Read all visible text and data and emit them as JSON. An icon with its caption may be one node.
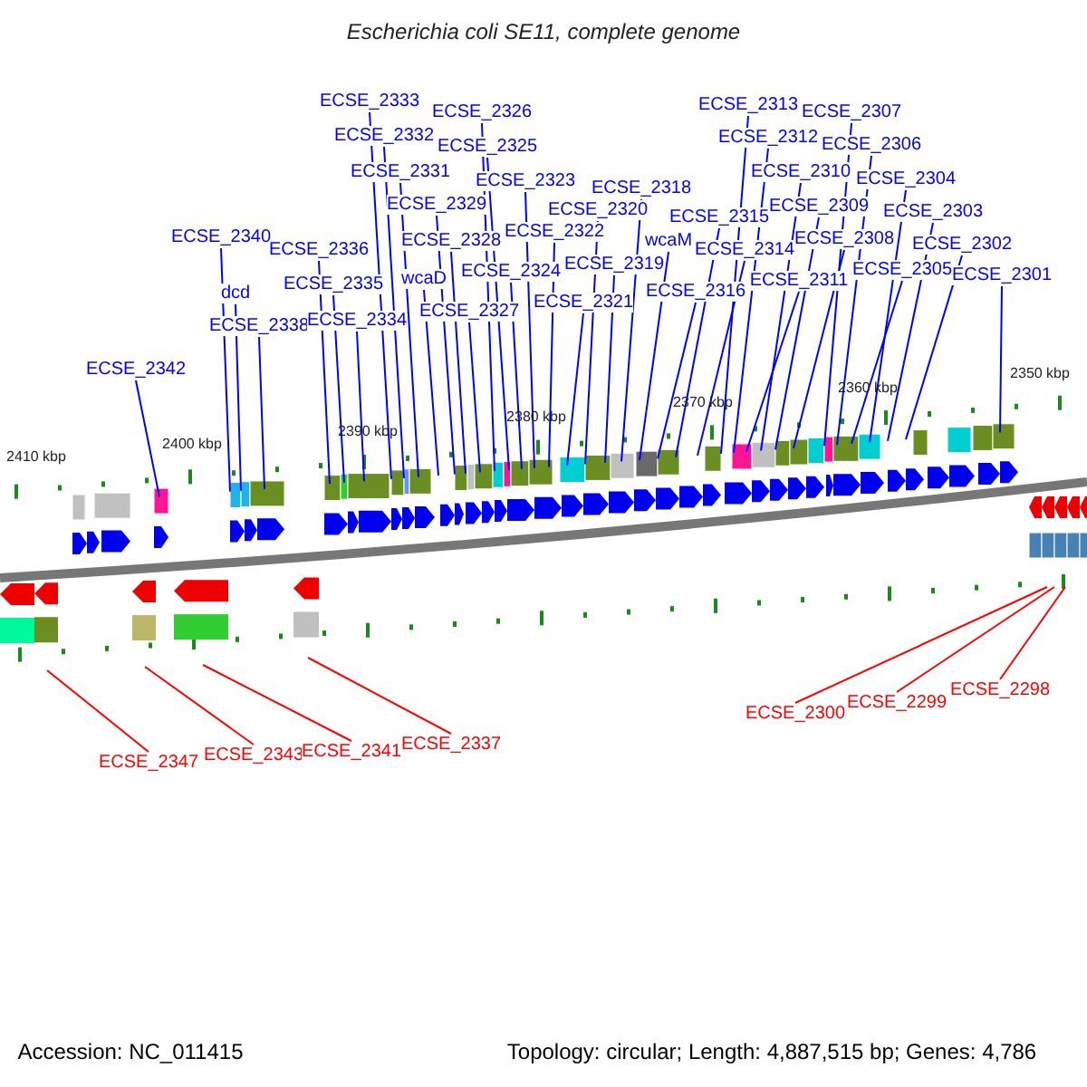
{
  "diagram": {
    "title": "Escherichia coli SE11, complete genome",
    "nodes": [
      {
        "text": [
          "ECSE_2342"
        ]
      },
      {
        "text": [
          "ECSE_2340"
        ]
      },
      {
        "text": [
          "dcd"
        ]
      },
      {
        "text": [
          "ECSE_2338"
        ]
      },
      {
        "text": [
          "ECSE_2336"
        ]
      },
      {
        "text": [
          "ECSE_2335"
        ]
      },
      {
        "text": [
          "ECSE_2334"
        ]
      },
      {
        "text": [
          "ECSE_2333"
        ]
      },
      {
        "text": [
          "ECSE_2332"
        ]
      },
      {
        "text": [
          "ECSE_2331"
        ]
      },
      {
        "text": [
          "wcaD"
        ]
      },
      {
        "text": [
          "ECSE_2329"
        ]
      },
      {
        "text": [
          "ECSE_2328"
        ]
      },
      {
        "text": [
          "ECSE_2327"
        ]
      },
      {
        "text": [
          "ECSE_2326"
        ]
      },
      {
        "text": [
          "ECSE_2325"
        ]
      },
      {
        "text": [
          "ECSE_2324"
        ]
      },
      {
        "text": [
          "ECSE_2323"
        ]
      },
      {
        "text": [
          "ECSE_2322"
        ]
      },
      {
        "text": [
          "ECSE_2321"
        ]
      },
      {
        "text": [
          "ECSE_2320"
        ]
      },
      {
        "text": [
          "ECSE_2319"
        ]
      },
      {
        "text": [
          "ECSE_2318"
        ]
      },
      {
        "text": [
          "wcaM"
        ]
      },
      {
        "text": [
          "ECSE_2316"
        ]
      },
      {
        "text": [
          "ECSE_2315"
        ]
      },
      {
        "text": [
          "ECSE_2314"
        ]
      },
      {
        "text": [
          "ECSE_2313"
        ]
      },
      {
        "text": [
          "ECSE_2312"
        ]
      },
      {
        "text": [
          "ECSE_2311"
        ]
      },
      {
        "text": [
          "ECSE_2310"
        ]
      },
      {
        "text": [
          "ECSE_2309"
        ]
      },
      {
        "text": [
          "ECSE_2308"
        ]
      },
      {
        "text": [
          "ECSE_2307"
        ]
      },
      {
        "text": [
          "ECSE_2306"
        ]
      },
      {
        "text": [
          "ECSE_2305"
        ]
      },
      {
        "text": [
          "ECSE_2304"
        ]
      },
      {
        "text": [
          "ECSE_2303"
        ]
      },
      {
        "text": [
          "ECSE_2302"
        ]
      },
      {
        "text": [
          "ECSE_2301"
        ]
      },
      {
        "text": [
          "ECSE_2347"
        ]
      },
      {
        "text": [
          "ECSE_2343"
        ]
      },
      {
        "text": [
          "ECSE_2341"
        ]
      },
      {
        "text": [
          "ECSE_2337"
        ]
      },
      {
        "text": [
          "ECSE_2300"
        ]
      },
      {
        "text": [
          "ECSE_2299"
        ]
      },
      {
        "text": [
          "ECSE_2298"
        ]
      }
    ],
    "edges": [
      {
        "from": 0,
        "to": null,
        "arrow": "none"
      },
      {
        "from": 1,
        "to": null,
        "arrow": "none"
      },
      {
        "from": 2,
        "to": null,
        "arrow": "none"
      },
      {
        "from": 3,
        "to": null,
        "arrow": "none"
      },
      {
        "from": 4,
        "to": null,
        "arrow": "none"
      },
      {
        "from": 5,
        "to": null,
        "arrow": "none"
      },
      {
        "from": 6,
        "to": null,
        "arrow": "none"
      },
      {
        "from": 7,
        "to": null,
        "arrow": "none"
      },
      {
        "from": 8,
        "to": null,
        "arrow": "none"
      },
      {
        "from": 9,
        "to": null,
        "arrow": "none"
      },
      {
        "from": 10,
        "to": null,
        "arrow": "none"
      },
      {
        "from": 11,
        "to": null,
        "arrow": "none"
      },
      {
        "from": 12,
        "to": null,
        "arrow": "none"
      },
      {
        "from": 13,
        "to": null,
        "arrow": "none"
      },
      {
        "from": 14,
        "to": null,
        "arrow": "none"
      },
      {
        "from": 15,
        "to": null,
        "arrow": "none"
      },
      {
        "from": 16,
        "to": null,
        "arrow": "none"
      },
      {
        "from": 17,
        "to": null,
        "arrow": "none"
      },
      {
        "from": 18,
        "to": null,
        "arrow": "none"
      },
      {
        "from": 19,
        "to": null,
        "arrow": "none"
      },
      {
        "from": 20,
        "to": null,
        "arrow": "none"
      },
      {
        "from": 21,
        "to": null,
        "arrow": "none"
      },
      {
        "from": 22,
        "to": null,
        "arrow": "none"
      },
      {
        "from": 23,
        "to": null,
        "arrow": "none"
      },
      {
        "from": 24,
        "to": null,
        "arrow": "none"
      },
      {
        "from": 25,
        "to": null,
        "arrow": "none"
      },
      {
        "from": 26,
        "to": null,
        "arrow": "none"
      },
      {
        "from": 27,
        "to": null,
        "arrow": "none"
      },
      {
        "from": 28,
        "to": null,
        "arrow": "none"
      },
      {
        "from": 29,
        "to": null,
        "arrow": "none"
      },
      {
        "from": 30,
        "to": null,
        "arrow": "none"
      },
      {
        "from": 31,
        "to": null,
        "arrow": "none"
      },
      {
        "from": 32,
        "to": null,
        "arrow": "none"
      },
      {
        "from": 33,
        "to": null,
        "arrow": "none"
      },
      {
        "from": 34,
        "to": null,
        "arrow": "none"
      },
      {
        "from": 35,
        "to": null,
        "arrow": "none"
      },
      {
        "from": 36,
        "to": null,
        "arrow": "none"
      },
      {
        "from": 37,
        "to": null,
        "arrow": "none"
      },
      {
        "from": 38,
        "to": null,
        "arrow": "none"
      },
      {
        "from": 39,
        "to": null,
        "arrow": "none"
      },
      {
        "from": 40,
        "to": null,
        "arrow": "none",
        "color": "#ff0000"
      },
      {
        "from": 41,
        "to": null,
        "arrow": "none",
        "color": "#ff0000"
      },
      {
        "from": 42,
        "to": null,
        "arrow": "none",
        "color": "#ff0000"
      },
      {
        "from": 43,
        "to": null,
        "arrow": "none",
        "color": "#ff0000"
      },
      {
        "from": 44,
        "to": null,
        "arrow": "none",
        "color": "#ff0000"
      },
      {
        "from": 45,
        "to": null,
        "arrow": "none",
        "color": "#ff0000"
      },
      {
        "from": 46,
        "to": null,
        "arrow": "none",
        "color": "#ff0000"
      }
    ],
    "labels": [
      "2410 kbp",
      "2400 kbp",
      "2390 kbp",
      "2380 kbp",
      "2370 kbp",
      "2360 kbp",
      "2350 kbp",
      "Accession: NC_011415",
      "Topology: circular; Length: 4,887,515 bp; Genes: 4,786"
    ]
  }
}
